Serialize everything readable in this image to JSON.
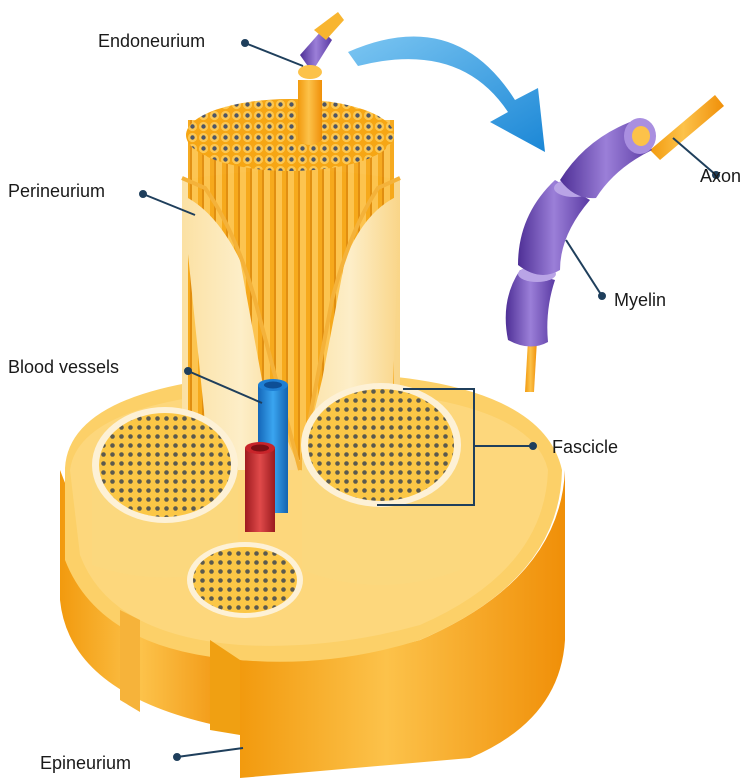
{
  "labels": {
    "endoneurium": "Endoneurium",
    "perineurium": "Perineurium",
    "blood_vessels": "Blood vessels",
    "epineurium": "Epineurium",
    "axon": "Axon",
    "myelin": "Myelin",
    "fascicle": "Fascicle"
  },
  "colors": {
    "nerve_orange": "#f7a91d",
    "nerve_light": "#fcd36a",
    "myelin_purple": "#7a5bbf",
    "vein_blue": "#1e7fd4",
    "artery_red": "#c7242a",
    "arrow_blue": "#2b9ae0",
    "leader_line": "#1f3f5c"
  },
  "icons": [
    "curved-arrow-icon"
  ]
}
